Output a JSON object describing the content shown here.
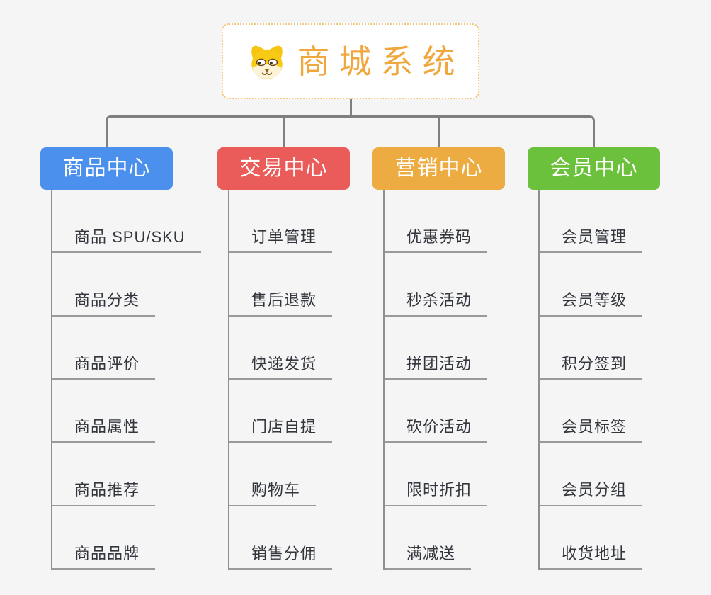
{
  "root": {
    "title": "商城系统",
    "icon": "dog-icon",
    "title_color": "#f0a83e",
    "border_color": "#f5c87e"
  },
  "connector_color": "#7f7f7f",
  "underline_color": "#9a9a9a",
  "background_color": "#f5f5f6",
  "branches": [
    {
      "label": "商品中心",
      "color": "#4a90ec",
      "items": [
        "商品 SPU/SKU",
        "商品分类",
        "商品评价",
        "商品属性",
        "商品推荐",
        "商品品牌"
      ]
    },
    {
      "label": "交易中心",
      "color": "#e95c59",
      "items": [
        "订单管理",
        "售后退款",
        "快递发货",
        "门店自提",
        "购物车",
        "销售分佣"
      ]
    },
    {
      "label": "营销中心",
      "color": "#ecac41",
      "items": [
        "优惠券码",
        "秒杀活动",
        "拼团活动",
        "砍价活动",
        "限时折扣",
        "满减送"
      ]
    },
    {
      "label": "会员中心",
      "color": "#6cc13c",
      "items": [
        "会员管理",
        "会员等级",
        "积分签到",
        "会员标签",
        "会员分组",
        "收货地址"
      ]
    }
  ]
}
